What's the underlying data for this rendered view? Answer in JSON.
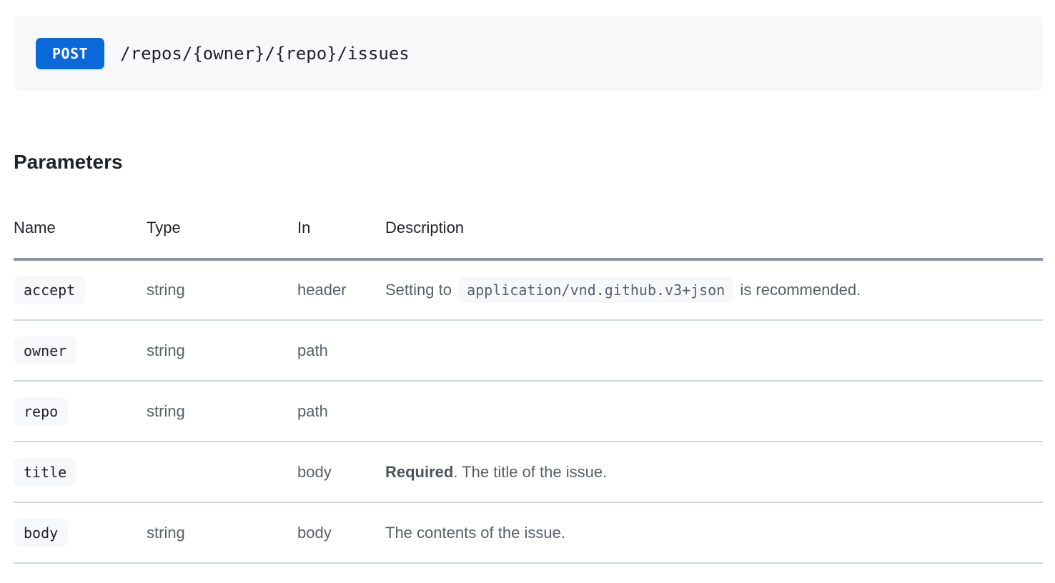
{
  "endpoint": {
    "method": "POST",
    "path": "/repos/{owner}/{repo}/issues"
  },
  "section": {
    "title": "Parameters"
  },
  "table": {
    "headers": [
      "Name",
      "Type",
      "In",
      "Description"
    ],
    "rows": [
      {
        "name": "accept",
        "type": "string",
        "in": "header",
        "desc": {
          "before": "Setting to ",
          "code": "application/vnd.github.v3+json",
          "after": " is recommended."
        }
      },
      {
        "name": "owner",
        "type": "string",
        "in": "path",
        "desc": {}
      },
      {
        "name": "repo",
        "type": "string",
        "in": "path",
        "desc": {}
      },
      {
        "name": "title",
        "type": "",
        "in": "body",
        "desc": {
          "bold": "Required",
          "after": ". The title of the issue."
        }
      },
      {
        "name": "body",
        "type": "string",
        "in": "body",
        "desc": {
          "after": "The contents of the issue."
        }
      }
    ]
  },
  "colors": {
    "method_badge_bg": "#0969da",
    "method_badge_text": "#ffffff",
    "code_pill_bg": "#f6f8fa",
    "endpoint_box_bg": "#f6f8fa",
    "heading_text": "#1f2328",
    "muted_text": "#57606a",
    "thick_divider": "#8c959f",
    "row_divider": "#d0d7de"
  }
}
